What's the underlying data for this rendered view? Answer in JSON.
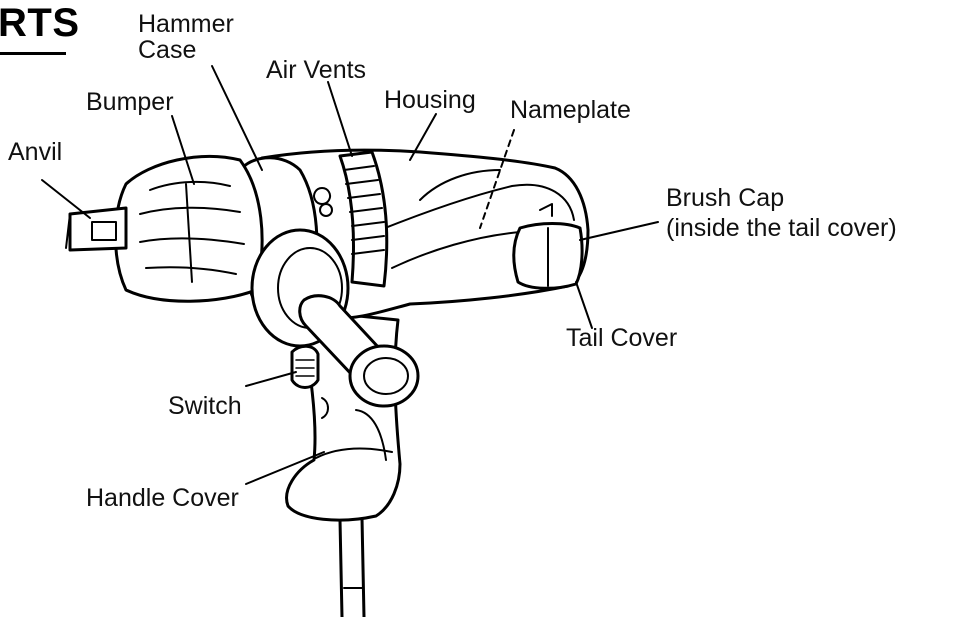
{
  "heading": "RTS",
  "labels": {
    "hammer_case_1": "Hammer",
    "hammer_case_2": "Case",
    "air_vents": "Air Vents",
    "bumper": "Bumper",
    "housing": "Housing",
    "nameplate": "Nameplate",
    "anvil": "Anvil",
    "brush_cap_1": "Brush Cap",
    "brush_cap_2": "(inside the tail cover)",
    "tail_cover": "Tail Cover",
    "switch": "Switch",
    "handle_cover": "Handle Cover"
  },
  "colors": {
    "ink": "#000000",
    "fill": "#ffffff",
    "shade": "#d9d9d9"
  }
}
